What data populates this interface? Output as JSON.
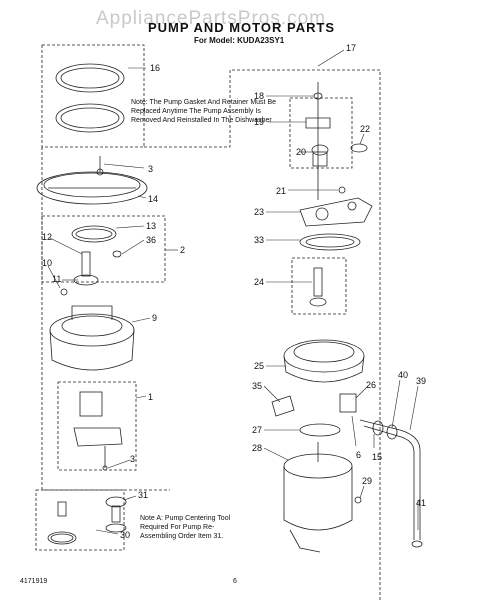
{
  "watermark": "AppliancePartsPros.com",
  "title": "PUMP AND MOTOR PARTS",
  "subtitle": "For Model: KUDA23SY1",
  "note_top": "Note: The Pump Gasket And Retainer Must Be Replaced Anytime The Pump Assembly Is Removed And Reinstalled In The Dishwasher",
  "note_bottom": "Note A: Pump Centering Tool Required For Pump Re-Assembling Order Item 31.",
  "footer": {
    "doc_number": "4171919",
    "page": "6"
  },
  "callouts": [
    {
      "id": "c16",
      "label": "16"
    },
    {
      "id": "c17",
      "label": "17"
    },
    {
      "id": "c18",
      "label": "18"
    },
    {
      "id": "c19",
      "label": "19"
    },
    {
      "id": "c20",
      "label": "20"
    },
    {
      "id": "c22",
      "label": "22"
    },
    {
      "id": "c3a",
      "label": "3"
    },
    {
      "id": "c21",
      "label": "21"
    },
    {
      "id": "c14",
      "label": "14"
    },
    {
      "id": "c23",
      "label": "23"
    },
    {
      "id": "c13",
      "label": "13"
    },
    {
      "id": "c12",
      "label": "12"
    },
    {
      "id": "c36",
      "label": "36"
    },
    {
      "id": "c2",
      "label": "2"
    },
    {
      "id": "c33",
      "label": "33"
    },
    {
      "id": "c10",
      "label": "10"
    },
    {
      "id": "c11",
      "label": "11"
    },
    {
      "id": "c24",
      "label": "24"
    },
    {
      "id": "c9",
      "label": "9"
    },
    {
      "id": "c25",
      "label": "25"
    },
    {
      "id": "c40",
      "label": "40"
    },
    {
      "id": "c39",
      "label": "39"
    },
    {
      "id": "c35",
      "label": "35"
    },
    {
      "id": "c26",
      "label": "26"
    },
    {
      "id": "c1",
      "label": "1"
    },
    {
      "id": "c27",
      "label": "27"
    },
    {
      "id": "c6",
      "label": "6"
    },
    {
      "id": "c3b",
      "label": "3"
    },
    {
      "id": "c15",
      "label": "15"
    },
    {
      "id": "c28",
      "label": "28"
    },
    {
      "id": "c29",
      "label": "29"
    },
    {
      "id": "c31",
      "label": "31"
    },
    {
      "id": "c41",
      "label": "41"
    },
    {
      "id": "c30",
      "label": "30"
    }
  ]
}
